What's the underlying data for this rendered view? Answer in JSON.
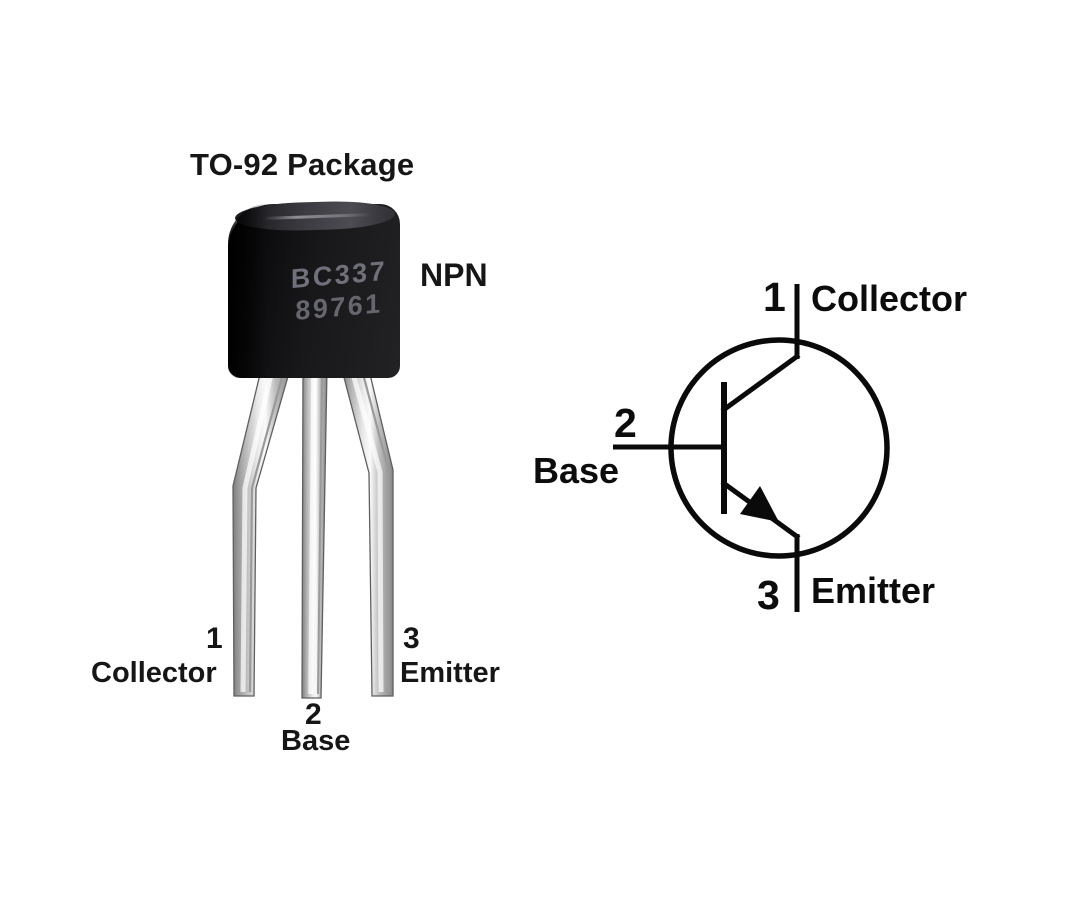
{
  "page": {
    "background": "#ffffff"
  },
  "package_view": {
    "title": "TO-92 Package",
    "transistor_type": "NPN",
    "body_marking": {
      "line1": "BC337",
      "line2": "89761"
    },
    "pins": [
      {
        "number": "1",
        "name": "Collector"
      },
      {
        "number": "2",
        "name": "Base"
      },
      {
        "number": "3",
        "name": "Emitter"
      }
    ]
  },
  "schematic_view": {
    "symbol": "npn-bjt",
    "pins": [
      {
        "number": "1",
        "name": "Collector"
      },
      {
        "number": "2",
        "name": "Base"
      },
      {
        "number": "3",
        "name": "Emitter"
      }
    ]
  },
  "colors": {
    "background": "#ffffff",
    "body": "#141416",
    "body_top_face": "#46464c",
    "marking_text": "#70707a",
    "lead_metal_light": "#f5f5f5",
    "lead_metal_dark": "#808080",
    "label_text": "#161616",
    "schematic_stroke": "#0a0a0a"
  }
}
